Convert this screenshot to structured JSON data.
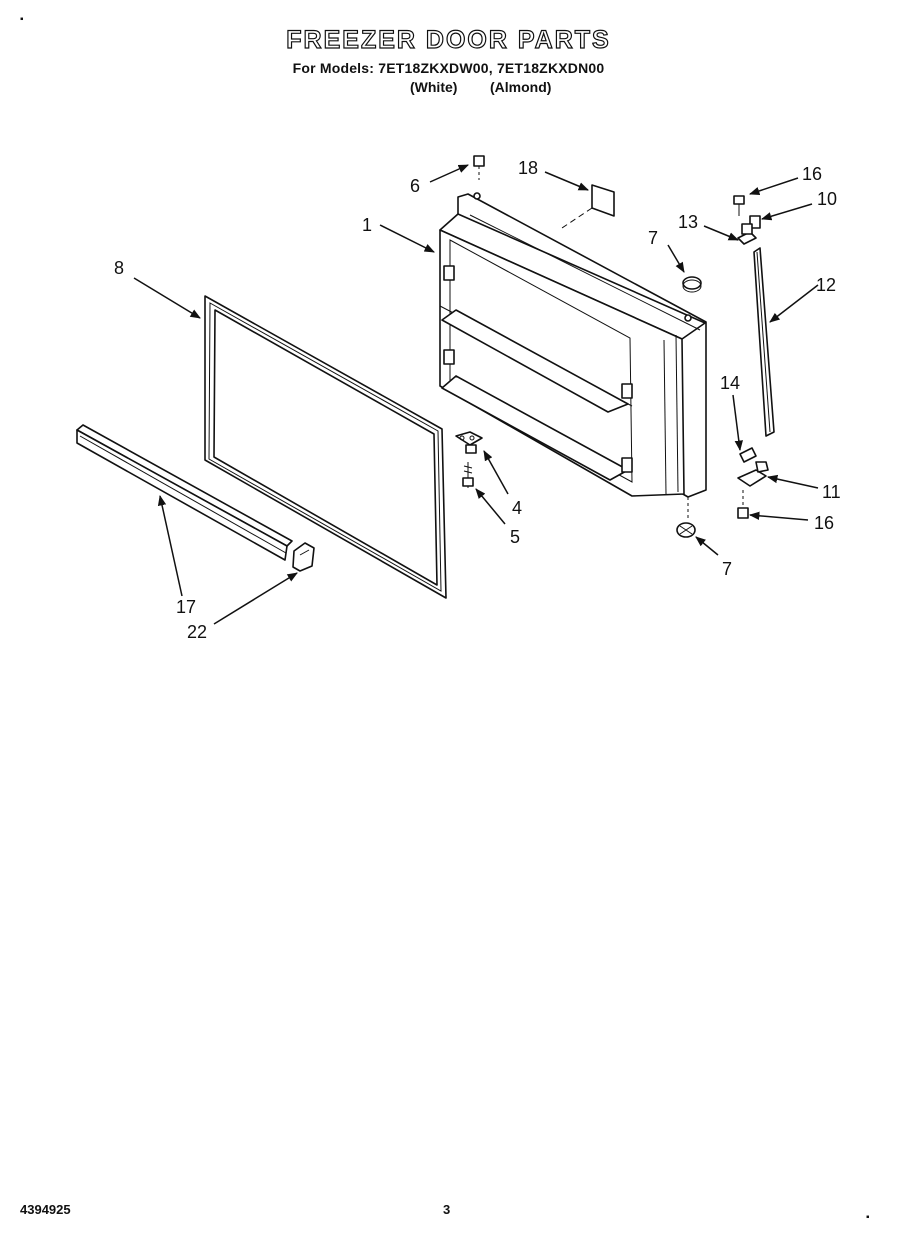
{
  "header": {
    "title": "FREEZER DOOR PARTS",
    "models_line": "For Models: 7ET18ZKXDW00, 7ET18ZKXDN00",
    "variant_white": "(White)",
    "variant_almond": "(Almond)"
  },
  "callouts": {
    "c1": "1",
    "c4": "4",
    "c5": "5",
    "c6": "6",
    "c7a": "7",
    "c7b": "7",
    "c8": "8",
    "c10": "10",
    "c11": "11",
    "c12": "12",
    "c13": "13",
    "c14": "14",
    "c16a": "16",
    "c16b": "16",
    "c17": "17",
    "c18": "18",
    "c22": "22"
  },
  "footer": {
    "doc_number": "4394925",
    "page_number": "3"
  }
}
